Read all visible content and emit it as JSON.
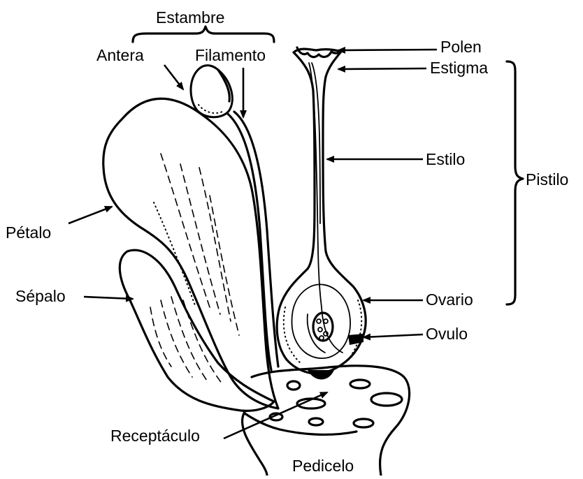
{
  "labels": {
    "estambre": "Estambre",
    "antera": "Antera",
    "filamento": "Filamento",
    "polen": "Polen",
    "estigma": "Estigma",
    "estilo": "Estilo",
    "pistilo": "Pistilo",
    "petalo": "Pétalo",
    "sepalo": "Sépalo",
    "ovario": "Ovario",
    "ovulo": "Ovulo",
    "receptaculo": "Receptáculo",
    "pedicelo": "Pedicelo"
  }
}
